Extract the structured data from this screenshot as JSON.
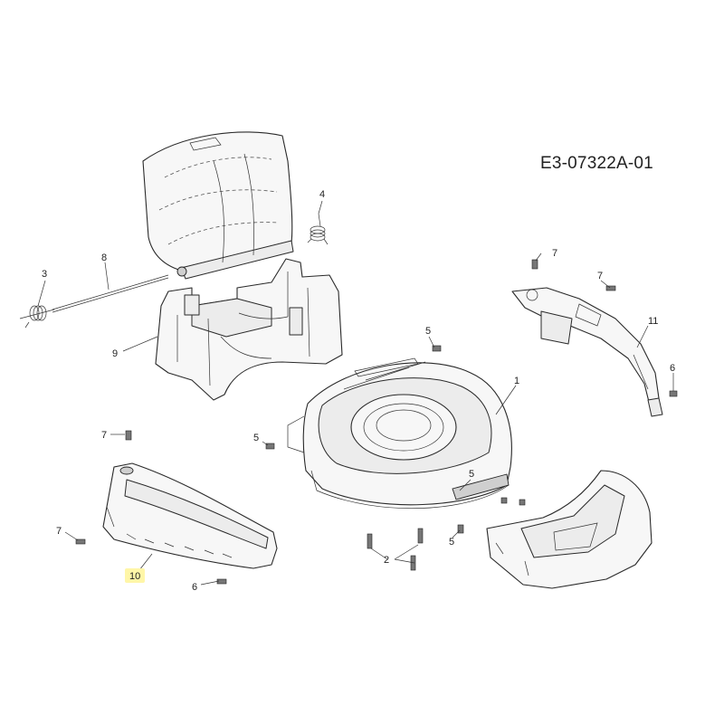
{
  "drawing_code": "E3-07322A-01",
  "callouts": {
    "c1": "1",
    "c2": "2",
    "c3": "3",
    "c4": "4",
    "c5a": "5",
    "c5b": "5",
    "c5c": "5",
    "c5d": "5",
    "c6a": "6",
    "c6b": "6",
    "c7a": "7",
    "c7b": "7",
    "c7c": "7",
    "c7d": "7",
    "c8": "8",
    "c9": "9",
    "c10": "10",
    "c11": "11"
  },
  "highlight_color": "#fff6a8"
}
